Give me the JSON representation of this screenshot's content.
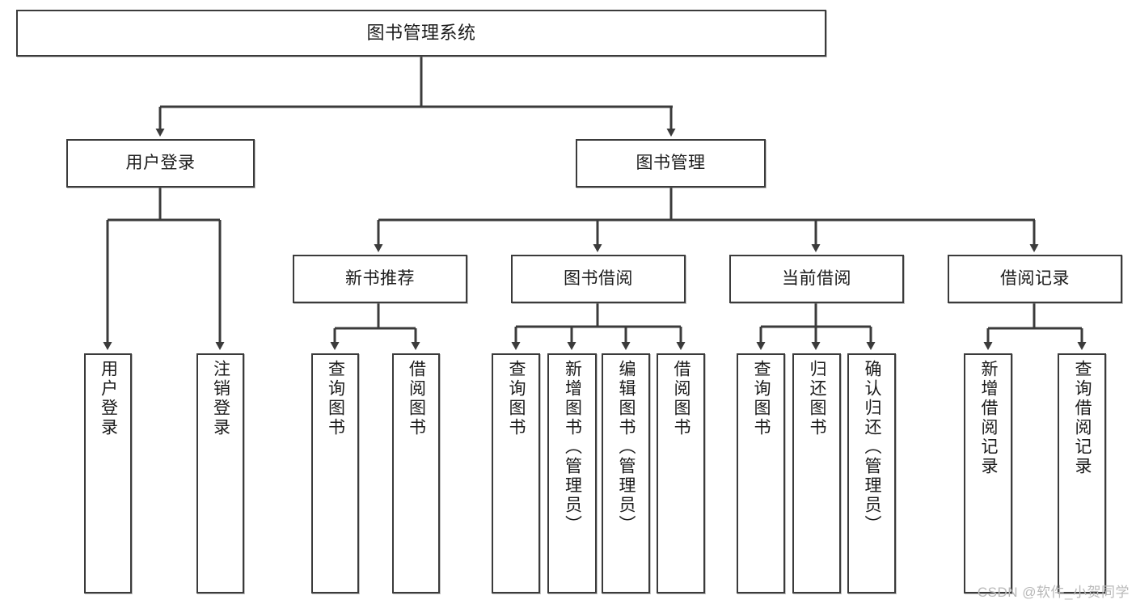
{
  "diagram": {
    "title": "图书管理系统",
    "type": "tree",
    "colors": {
      "stroke": "#3b3b3b",
      "fill": "#ffffff",
      "text": "#1b1b1b",
      "watermark": "#b9b9b9"
    },
    "nodes": {
      "root": {
        "label": "图书管理系统"
      },
      "level2": [
        {
          "id": "user-login",
          "label": "用户登录"
        },
        {
          "id": "book-manage",
          "label": "图书管理"
        }
      ],
      "level3": [
        {
          "id": "new-book-recommend",
          "label": "新书推荐"
        },
        {
          "id": "book-borrow",
          "label": "图书借阅"
        },
        {
          "id": "current-borrow",
          "label": "当前借阅"
        },
        {
          "id": "borrow-record",
          "label": "借阅记录"
        }
      ],
      "leaves": {
        "user_login": [
          {
            "id": "leaf-user-login",
            "label": "用户登录"
          },
          {
            "id": "leaf-logout",
            "label": "注销登录"
          }
        ],
        "new_book_recommend": [
          {
            "id": "leaf-query-book-1",
            "label": "查询图书"
          },
          {
            "id": "leaf-borrow-book-1",
            "label": "借阅图书"
          }
        ],
        "book_borrow": [
          {
            "id": "leaf-query-book-2",
            "label": "查询图书"
          },
          {
            "id": "leaf-add-book",
            "label": "新增图书（管理员）"
          },
          {
            "id": "leaf-edit-book",
            "label": "编辑图书（管理员）"
          },
          {
            "id": "leaf-borrow-book-2",
            "label": "借阅图书"
          }
        ],
        "current_borrow": [
          {
            "id": "leaf-query-book-3",
            "label": "查询图书"
          },
          {
            "id": "leaf-return-book",
            "label": "归还图书"
          },
          {
            "id": "leaf-confirm-return",
            "label": "确认归还（管理员）"
          }
        ],
        "borrow_record": [
          {
            "id": "leaf-add-record",
            "label": "新增借阅记录"
          },
          {
            "id": "leaf-query-record",
            "label": "查询借阅记录"
          }
        ]
      }
    },
    "watermark": "CSDN @软件_小贺同学"
  }
}
